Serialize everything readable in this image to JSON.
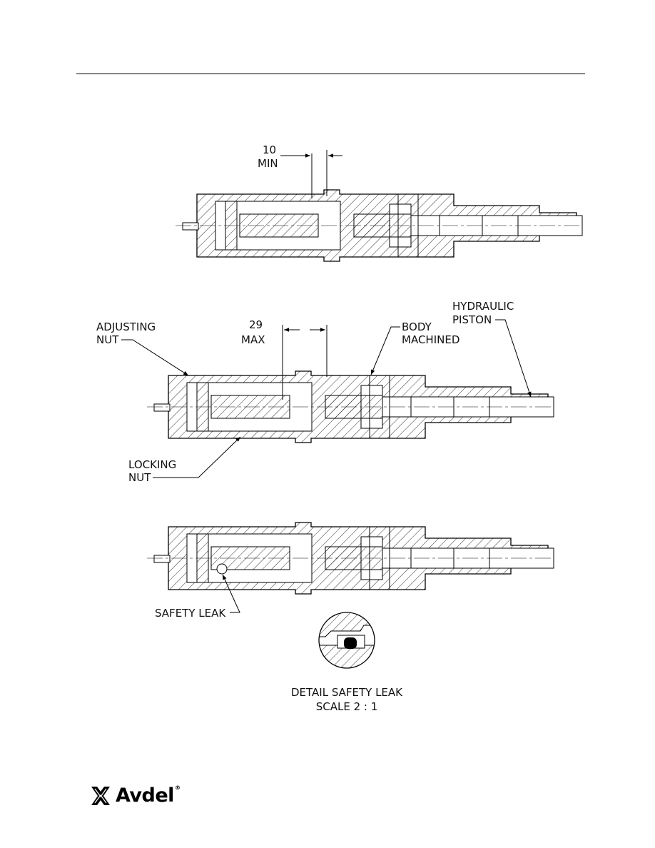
{
  "views": {
    "view1": {
      "dim_value": "10",
      "dim_suffix": "MIN"
    },
    "view2": {
      "dim_value": "29",
      "dim_suffix": "MAX",
      "callouts": {
        "adjusting_nut": [
          "ADJUSTING",
          "NUT"
        ],
        "body_machined": [
          "BODY",
          "MACHINED"
        ],
        "hydraulic_piston": [
          "HYDRAULIC",
          "PISTON"
        ],
        "locking_nut": [
          "LOCKING",
          "NUT"
        ]
      }
    },
    "view3": {
      "callout_safety_leak": "SAFETY LEAK"
    }
  },
  "detail": {
    "title": "DETAIL SAFETY LEAK",
    "scale": "SCALE 2 : 1"
  },
  "brand": {
    "name": "Avdel",
    "reg": "®"
  }
}
